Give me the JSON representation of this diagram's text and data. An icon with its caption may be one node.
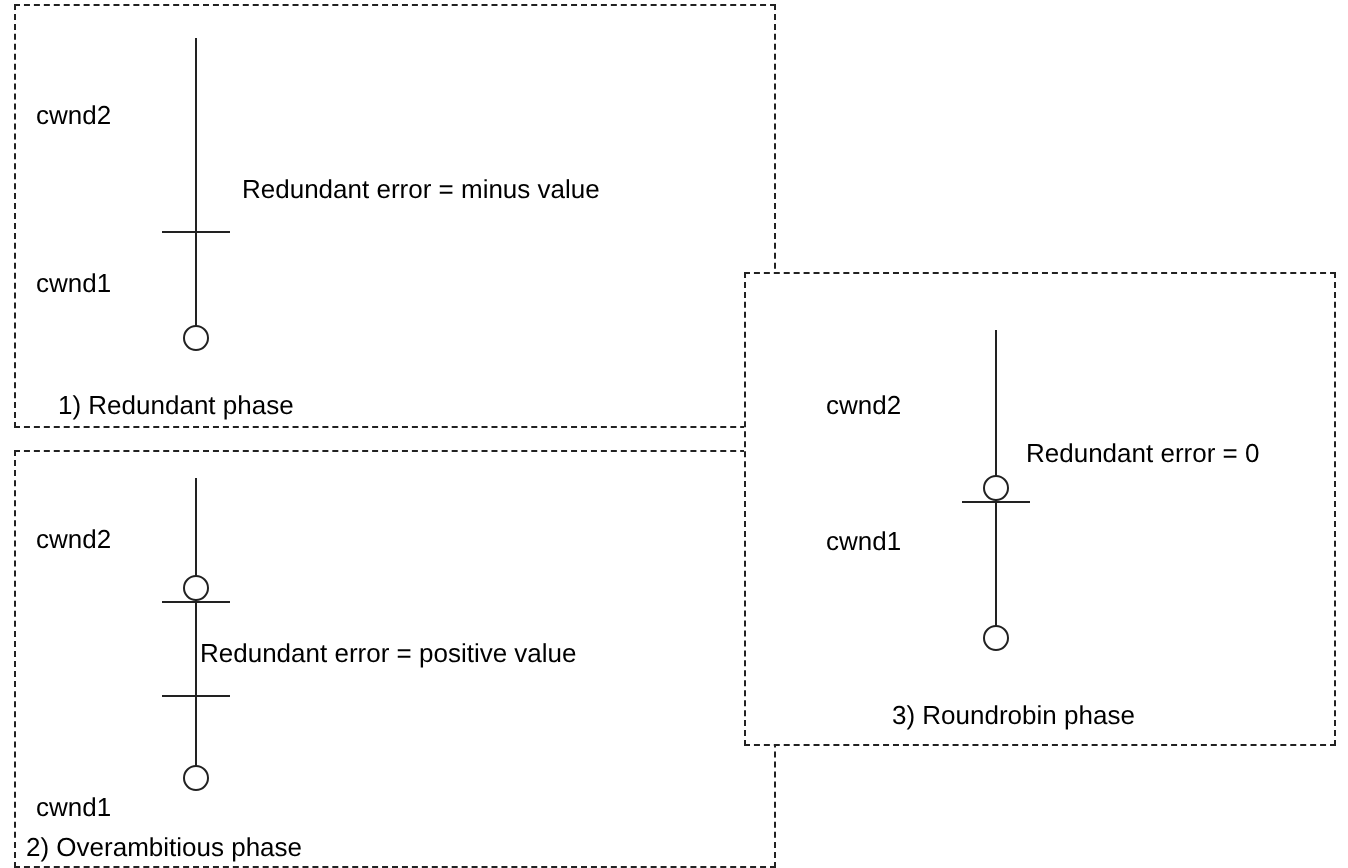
{
  "diagram": {
    "nodes": [
      {
        "text": [
          "cwnd2",
          "Redundant error = minus value",
          "cwnd1",
          "1) Redundant phase"
        ]
      },
      {
        "text": [
          "cwnd2",
          "Redundant error = positive value",
          "cwnd1",
          "2) Overambitious phase"
        ]
      },
      {
        "text": [
          "cwnd2",
          "Redundant error = 0",
          "cwnd1",
          "3) Roundrobin phase"
        ]
      }
    ],
    "edges": []
  }
}
